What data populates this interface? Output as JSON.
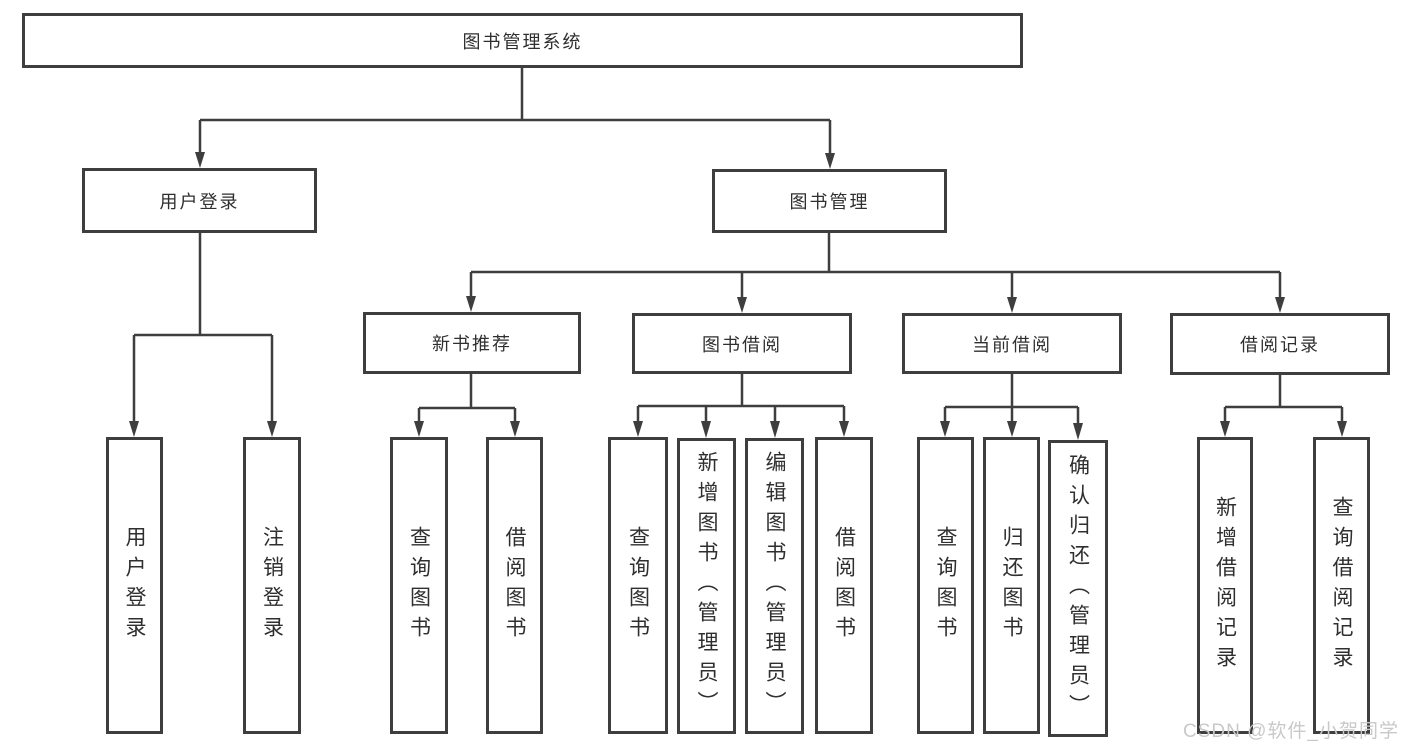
{
  "diagram": {
    "title": "图书管理系统",
    "level2": [
      {
        "label": "用户登录",
        "children": [
          "用户登录",
          "注销登录"
        ]
      },
      {
        "label": "图书管理"
      }
    ],
    "level3": [
      {
        "label": "新书推荐",
        "children": [
          "查询图书",
          "借阅图书"
        ]
      },
      {
        "label": "图书借阅",
        "children": [
          "查询图书",
          "新增图书（管理员）",
          "编辑图书（管理员）",
          "借阅图书"
        ]
      },
      {
        "label": "当前借阅",
        "children": [
          "查询图书",
          "归还图书",
          "确认归还（管理员）"
        ]
      },
      {
        "label": "借阅记录",
        "children": [
          "新增借阅记录",
          "查询借阅记录"
        ]
      }
    ]
  },
  "watermark": {
    "text": "CSDN @软件_小贺同学"
  },
  "colors": {
    "line": "#3e3e3e",
    "text": "#2f2f2f",
    "watermark": "#c9c9c9",
    "background": "#ffffff"
  }
}
